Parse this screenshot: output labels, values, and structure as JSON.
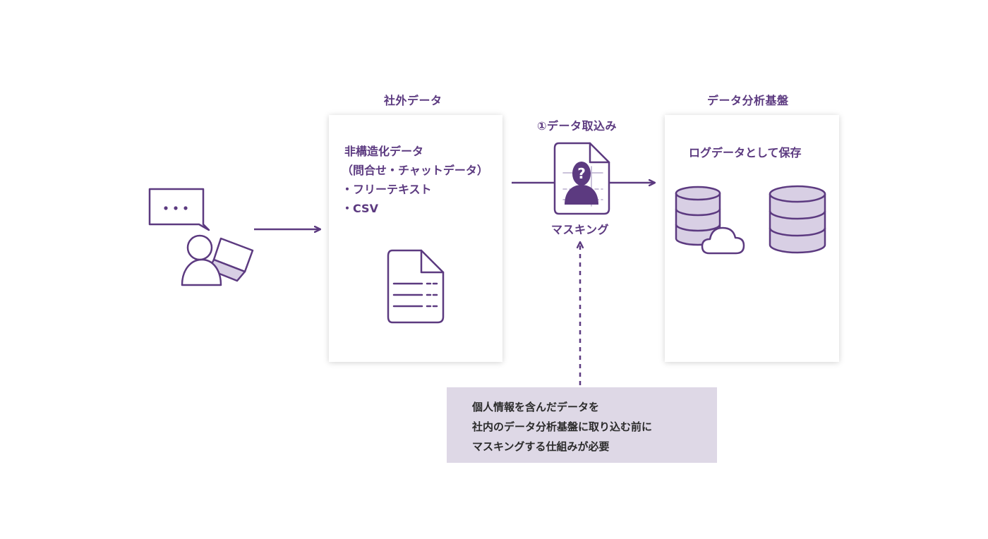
{
  "external_data": {
    "title": "社外データ",
    "lines": [
      "非構造化データ",
      "（問合せ・チャットデータ）",
      "・フリーテキスト",
      "・CSV"
    ]
  },
  "ingest": {
    "title": "①データ取込み",
    "masking_label": "マスキング"
  },
  "platform": {
    "title": "データ分析基盤",
    "subtitle": "ログデータとして保存"
  },
  "note": {
    "lines": [
      "個人情報を含んだデータを",
      "社内のデータ分析基盤に取り込む前に",
      "マスキングする仕組みが必要"
    ]
  },
  "colors": {
    "accent": "#5c3a80",
    "accent_fill": "#d8cfe4",
    "note_bg": "#ded8e6"
  }
}
